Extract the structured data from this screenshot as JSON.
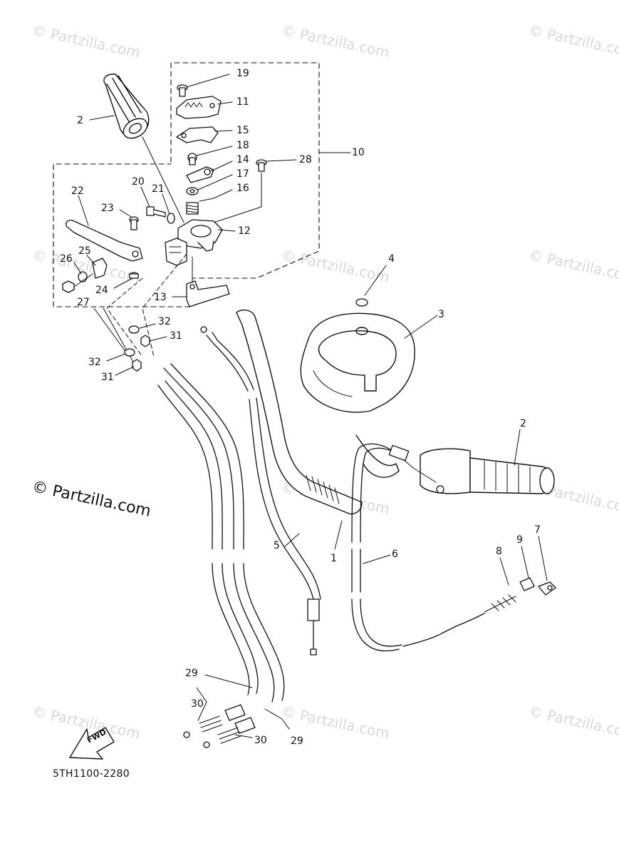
{
  "watermark": "© Partzilla.com",
  "brand_watermark": "© Partzilla.com",
  "diagram_code": "5TH1100-2280",
  "fwd_label": "FWD",
  "colors": {
    "line": "#111111",
    "part_fill": "#f4f4f4",
    "shade": "#bdbdbd",
    "watermark": "#d8d8d8"
  },
  "callouts": {
    "c1": "1",
    "c2a": "2",
    "c2b": "2",
    "c3": "3",
    "c4": "4",
    "c5": "5",
    "c6": "6",
    "c7": "7",
    "c8": "8",
    "c9": "9",
    "c10": "10",
    "c11": "11",
    "c12": "12",
    "c13": "13",
    "c14": "14",
    "c15": "15",
    "c16": "16",
    "c17": "17",
    "c18": "18",
    "c19": "19",
    "c20": "20",
    "c21": "21",
    "c22": "22",
    "c23": "23",
    "c24": "24",
    "c25": "25",
    "c26": "26",
    "c27": "27",
    "c28": "28",
    "c29a": "29",
    "c29b": "29",
    "c30a": "30",
    "c30b": "30",
    "c31a": "31",
    "c31b": "31",
    "c32a": "32",
    "c32b": "32"
  }
}
